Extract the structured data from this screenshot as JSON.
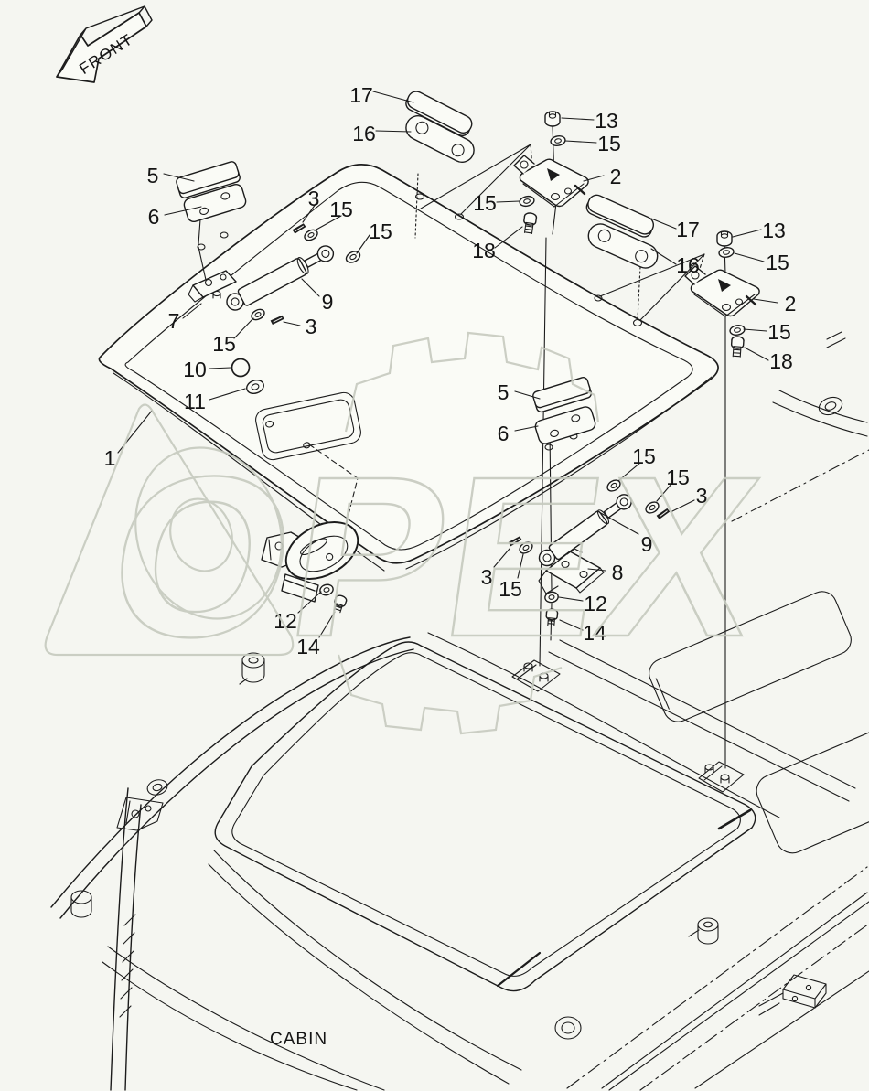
{
  "colors": {
    "line": "#1c1c1c",
    "background": "#f5f6f1",
    "watermark": "#c6cabf"
  },
  "labels": {
    "front": "FRONT",
    "cabin": "CABIN"
  },
  "watermark": {
    "text": "OPEX"
  },
  "callouts": [
    {
      "label": "17"
    },
    {
      "label": "16"
    },
    {
      "label": "5"
    },
    {
      "label": "6"
    },
    {
      "label": "3"
    },
    {
      "label": "15"
    },
    {
      "label": "15"
    },
    {
      "label": "13"
    },
    {
      "label": "15"
    },
    {
      "label": "2"
    },
    {
      "label": "15"
    },
    {
      "label": "18"
    },
    {
      "label": "17"
    },
    {
      "label": "16"
    },
    {
      "label": "13"
    },
    {
      "label": "15"
    },
    {
      "label": "2"
    },
    {
      "label": "15"
    },
    {
      "label": "18"
    },
    {
      "label": "7"
    },
    {
      "label": "15"
    },
    {
      "label": "3"
    },
    {
      "label": "9"
    },
    {
      "label": "10"
    },
    {
      "label": "11"
    },
    {
      "label": "1"
    },
    {
      "label": "5"
    },
    {
      "label": "6"
    },
    {
      "label": "15"
    },
    {
      "label": "15"
    },
    {
      "label": "3"
    },
    {
      "label": "9"
    },
    {
      "label": "3"
    },
    {
      "label": "15"
    },
    {
      "label": "8"
    },
    {
      "label": "12"
    },
    {
      "label": "14"
    },
    {
      "label": "12"
    },
    {
      "label": "14"
    }
  ]
}
